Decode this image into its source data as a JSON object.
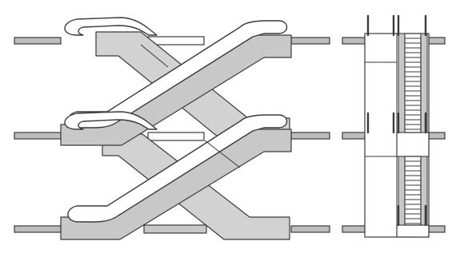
{
  "diagram": {
    "views": [
      "crisscross-escalator-elevation",
      "escalator-side-section"
    ],
    "floors": 3,
    "colors": {
      "line": "#3a3a3a",
      "truss_fill": "#c8c8c8",
      "floor_fill": "#bdbdbd",
      "background": "#ffffff"
    }
  }
}
